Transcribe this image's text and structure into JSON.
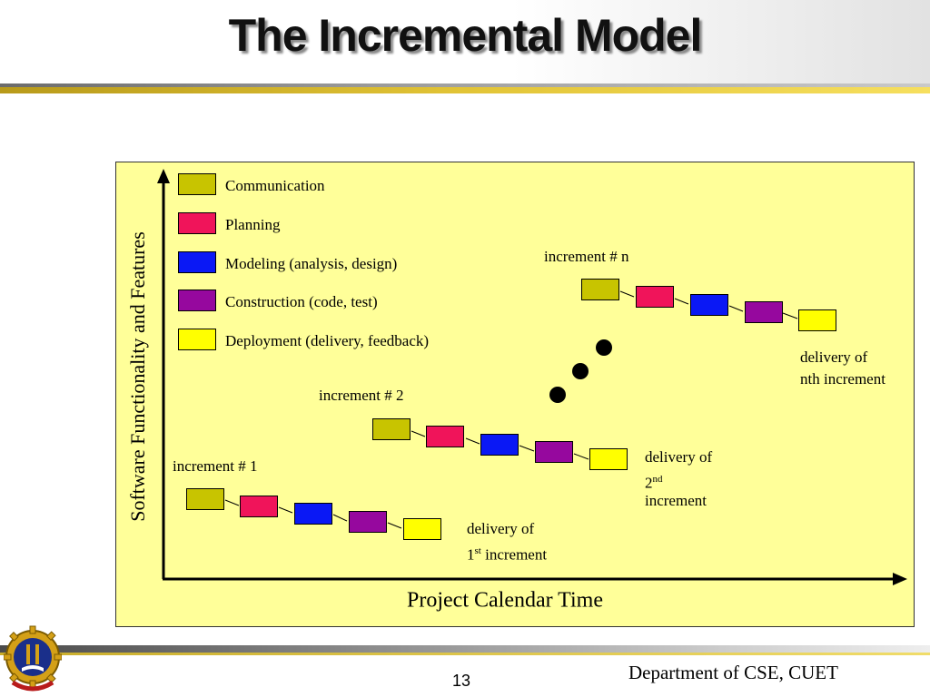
{
  "slide": {
    "title": "The Incremental Model",
    "page_number": "13",
    "footer": "Department of CSE, CUET"
  },
  "diagram": {
    "y_axis_label": "Software Functionality and Features",
    "x_axis_label": "Project Calendar Time",
    "legend": [
      {
        "label": "Communication",
        "color": "#c8c400"
      },
      {
        "label": "Planning",
        "color": "#f0145a"
      },
      {
        "label": "Modeling (analysis, design)",
        "color": "#0a18f5"
      },
      {
        "label": "Construction (code, test)",
        "color": "#96089e"
      },
      {
        "label": "Deployment (delivery, feedback)",
        "color": "#ffff00"
      }
    ],
    "increments": [
      {
        "label": "increment # 1",
        "delivery_line1": "delivery of",
        "delivery_num": "1",
        "delivery_sup": "st",
        "delivery_rest": " increment"
      },
      {
        "label": "increment # 2",
        "delivery_line1": "delivery of",
        "delivery_num": "2",
        "delivery_sup": "nd",
        "delivery_line3": "increment"
      },
      {
        "label": "increment # n",
        "delivery_line1": "delivery of",
        "delivery_line2": "nth increment"
      }
    ]
  }
}
